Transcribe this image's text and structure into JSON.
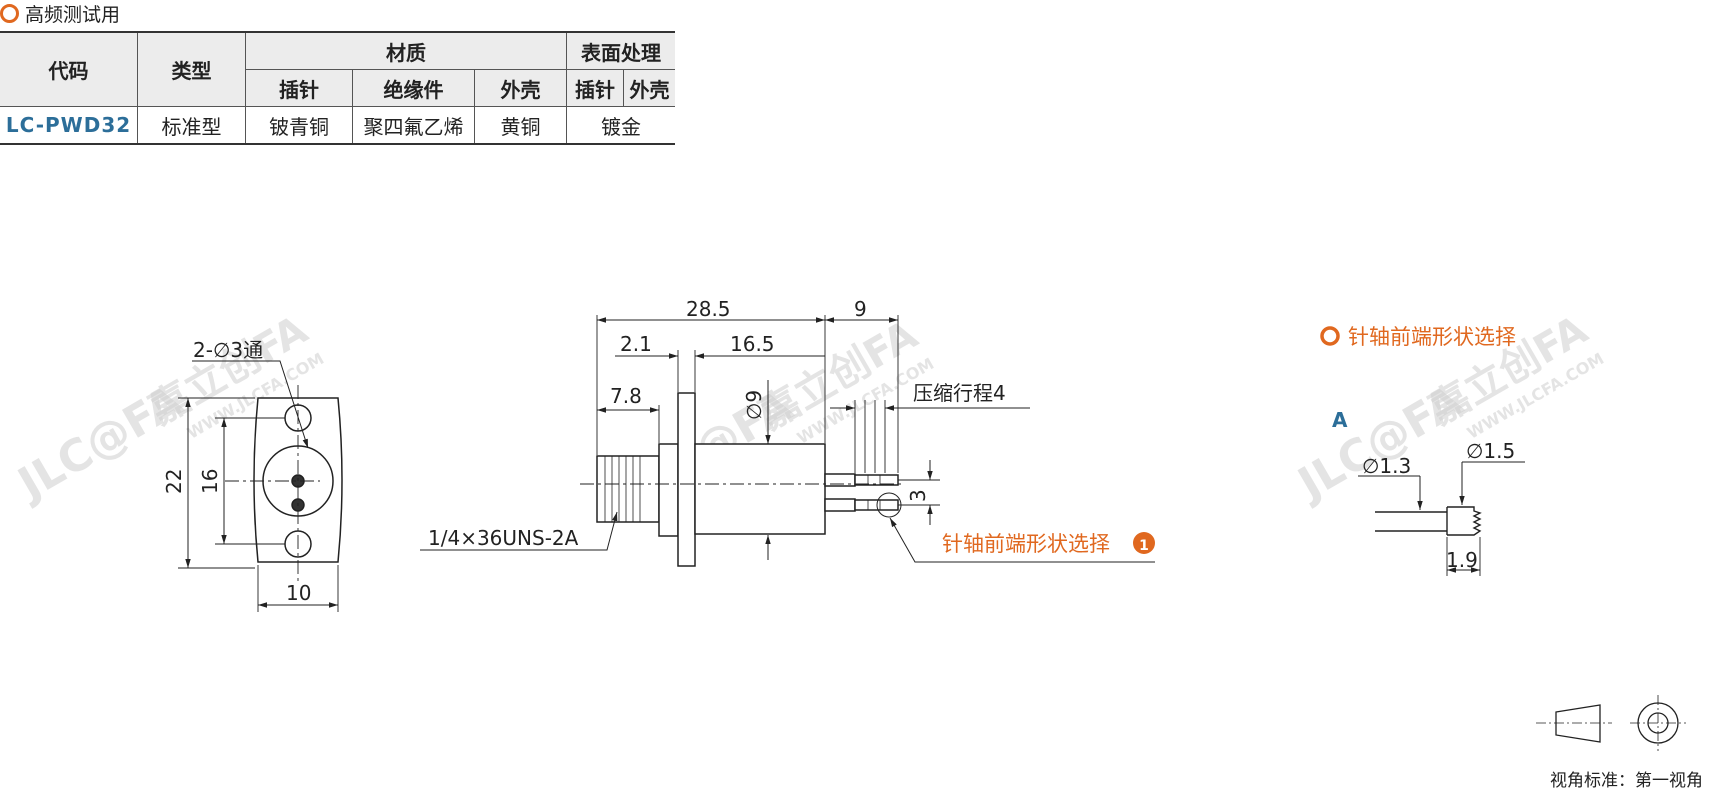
{
  "section_title": "高频测试用",
  "table": {
    "h_code": "代码",
    "h_type": "类型",
    "h_material": "材质",
    "h_surface": "表面处理",
    "h_pin": "插针",
    "h_insulator": "绝缘件",
    "h_shell": "外壳",
    "h_surf_pin": "插针",
    "h_surf_shell": "外壳",
    "code": "LC-PWD32",
    "type": "标准型",
    "pin": "铍青铜",
    "insulator": "聚四氟乙烯",
    "shell": "黄铜",
    "surface": "镀金"
  },
  "drawing": {
    "hole_note": "2-∅3通",
    "dim_22": "22",
    "dim_16": "16",
    "dim_10": "10",
    "dim_28_5": "28.5",
    "dim_9": "9",
    "dim_2_1": "2.1",
    "dim_16_5": "16.5",
    "dim_7_8": "7.8",
    "dim_d9": "∅9",
    "stroke_note": "压缩行程4",
    "dim_3": "3",
    "thread_note": "1/4×36UNS-2A",
    "tip_note": "针轴前端形状选择",
    "tip_badge": "1",
    "detail_title": "针轴前端形状选择",
    "detail_a": "A",
    "dim_d1_3": "∅1.3",
    "dim_d1_5": "∅1.5",
    "dim_1_9": "1.9"
  },
  "view_note": "视角标准：第一视角",
  "watermark": {
    "brand": "JLC@FA",
    "cn": "嘉立创FA",
    "url": "WWW.JLCFA.COM"
  },
  "colors": {
    "accent": "#e0681f",
    "code_blue": "#2c6e99",
    "header_bg": "#ececec"
  }
}
